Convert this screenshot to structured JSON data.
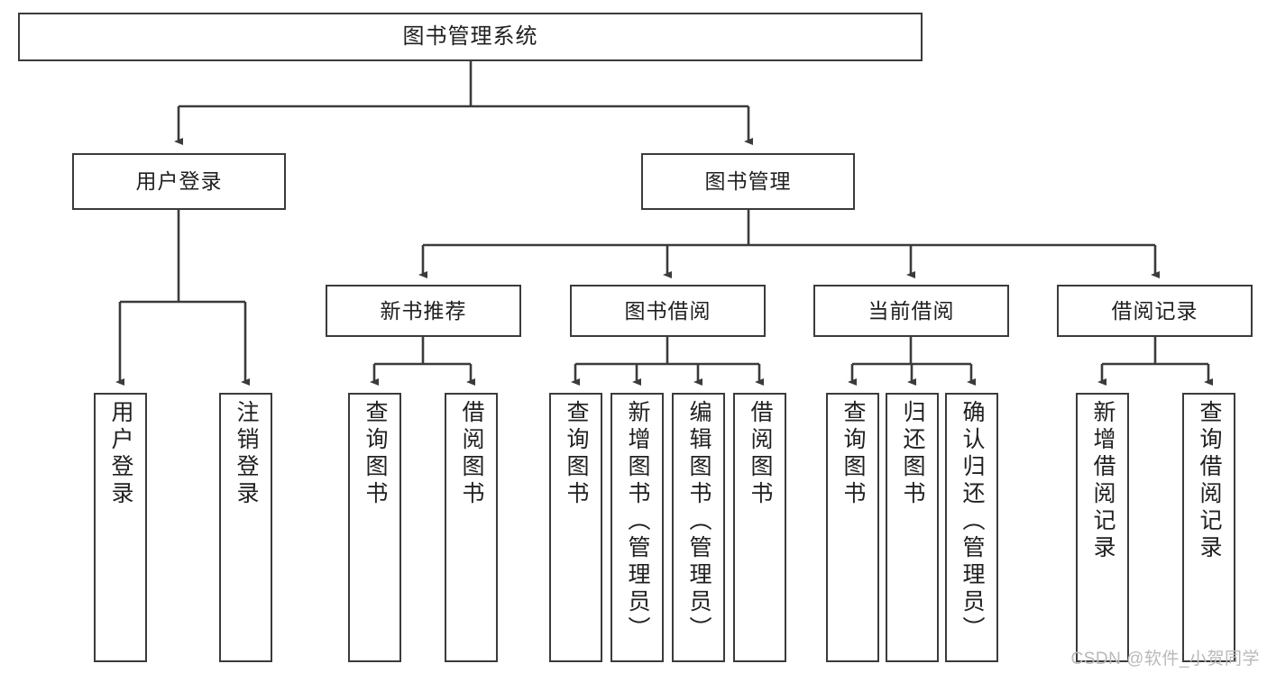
{
  "diagram": {
    "title": "图书管理系统",
    "type": "tree-hierarchy-diagram",
    "colors": {
      "box_border": "#3b3b3b",
      "box_fill": "#ffffff",
      "connector": "#3b3b3b",
      "text": "#202020",
      "watermark": "#b9b9b9"
    },
    "root": {
      "label": "图书管理系统"
    },
    "level2": [
      {
        "label": "用户登录"
      },
      {
        "label": "图书管理"
      }
    ],
    "level3": [
      {
        "label": "新书推荐"
      },
      {
        "label": "图书借阅"
      },
      {
        "label": "当前借阅"
      },
      {
        "label": "借阅记录"
      }
    ],
    "leaves": {
      "user_login": [
        {
          "label": "用户登录"
        },
        {
          "label": "注销登录"
        }
      ],
      "new_book_recommend": [
        {
          "label": "查询图书"
        },
        {
          "label": "借阅图书"
        }
      ],
      "book_borrow": [
        {
          "label": "查询图书"
        },
        {
          "label": "新增图书（管理员）"
        },
        {
          "label": "编辑图书（管理员）"
        },
        {
          "label": "借阅图书"
        }
      ],
      "current_borrow": [
        {
          "label": "查询图书"
        },
        {
          "label": "归还图书"
        },
        {
          "label": "确认归还（管理员）"
        }
      ],
      "borrow_records": [
        {
          "label": "新增借阅记录"
        },
        {
          "label": "查询借阅记录"
        }
      ]
    }
  },
  "watermark": {
    "text": "CSDN @软件_小贺同学"
  }
}
